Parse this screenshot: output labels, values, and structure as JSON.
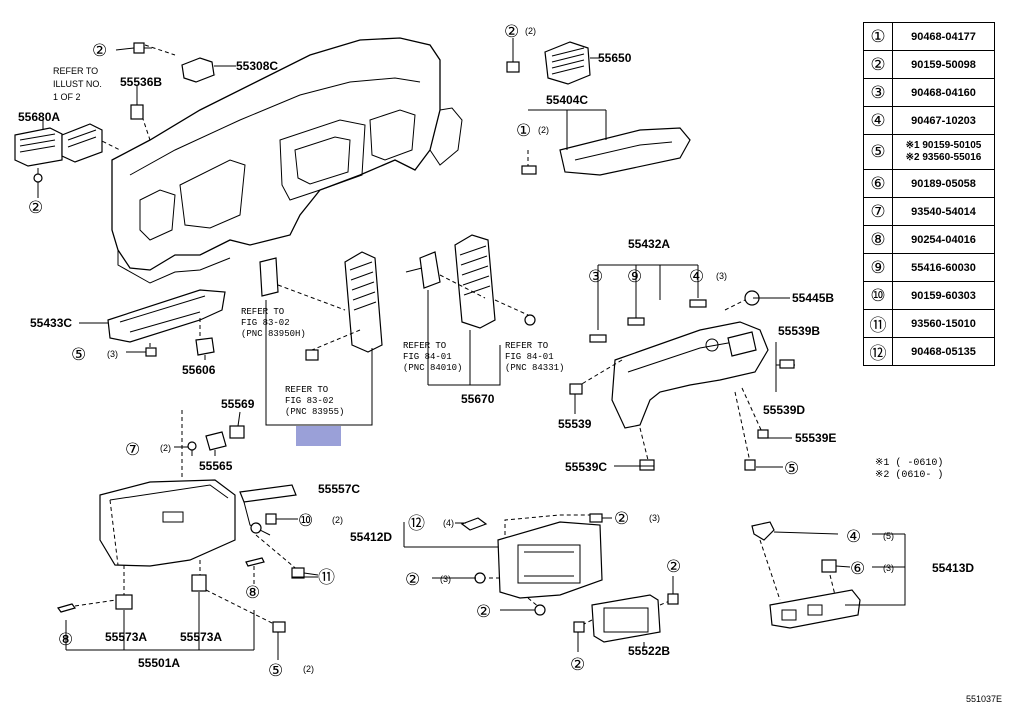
{
  "figure_id": "551037E",
  "legend": [
    {
      "num": "①",
      "code": "90468-04177"
    },
    {
      "num": "②",
      "code": "90159-50098"
    },
    {
      "num": "③",
      "code": "90468-04160"
    },
    {
      "num": "④",
      "code": "90467-10203"
    },
    {
      "num": "⑤",
      "code": "※1 90159-50105",
      "code2": "※2 93560-55016"
    },
    {
      "num": "⑥",
      "code": "90189-05058"
    },
    {
      "num": "⑦",
      "code": "93540-54014"
    },
    {
      "num": "⑧",
      "code": "90254-04016"
    },
    {
      "num": "⑨",
      "code": "55416-60030"
    },
    {
      "num": "⑩",
      "code": "90159-60303"
    },
    {
      "num": "⑪",
      "code": "93560-15010"
    },
    {
      "num": "⑫",
      "code": "90468-05135"
    }
  ],
  "notes": {
    "n1": "※1 (      -0610)",
    "n2": "※2 (0610-     )"
  },
  "parts": {
    "p55308C": "55308C",
    "p55536B": "55536B",
    "p55680A": "55680A",
    "p55650": "55650",
    "p55404C": "55404C",
    "p55432A": "55432A",
    "p55445B": "55445B",
    "p55539B": "55539B",
    "p55539D": "55539D",
    "p55539": "55539",
    "p55539E": "55539E",
    "p55539C": "55539C",
    "p55433C": "55433C",
    "p55606": "55606",
    "p55670": "55670",
    "p55569": "55569",
    "p55565": "55565",
    "p55557C": "55557C",
    "p55412D": "55412D",
    "p55413D": "55413D",
    "p55573A_1": "55573A",
    "p55573A_2": "55573A",
    "p55501A": "55501A",
    "p55522B": "55522B"
  },
  "refer_notes": {
    "illust_1": "REFER TO",
    "illust_2": "ILLUST NO.",
    "illust_3": "1 OF 2",
    "fig8302a_1": "REFER TO",
    "fig8302a_2": "FIG 83-02",
    "fig8302a_3": "(PNC 83950H)",
    "fig8302b_1": "REFER TO",
    "fig8302b_2": "FIG 83-02",
    "fig8302b_3": "(PNC 83955)",
    "fig8401a_1": "REFER TO",
    "fig8401a_2": "FIG 84-01",
    "fig8401a_3": "(PNC 84010)",
    "fig8401b_1": "REFER TO",
    "fig8401b_2": "FIG 84-01",
    "fig8401b_3": "(PNC 84331)"
  },
  "callouts": {
    "c2_top": "②",
    "c2_left": "②",
    "c2_55650": "②",
    "q2_55650": "(2)",
    "c1_55404": "①",
    "q2_55404": "(2)",
    "c3": "③",
    "c9": "⑨",
    "c4": "④",
    "q3_4": "(3)",
    "c5_right": "⑤",
    "c5_left": "⑤",
    "q3_5left": "(3)",
    "c7": "⑦",
    "q2_7": "(2)",
    "c10": "⑩",
    "q2_10": "(2)",
    "c11": "⑪",
    "c12": "⑫",
    "q4_12": "(4)",
    "c2_mid": "②",
    "q3_2mid": "(3)",
    "c2_right": "②",
    "q3_2right": "(3)",
    "c2_v1": "②",
    "c2_v2": "②",
    "c2_bot": "②",
    "c4_b": "④",
    "q5_4b": "(5)",
    "c6": "⑥",
    "q3_6": "(3)",
    "c8a": "⑧",
    "c8b": "⑧",
    "c5_bot": "⑤",
    "q2_5bot": "(2)"
  }
}
